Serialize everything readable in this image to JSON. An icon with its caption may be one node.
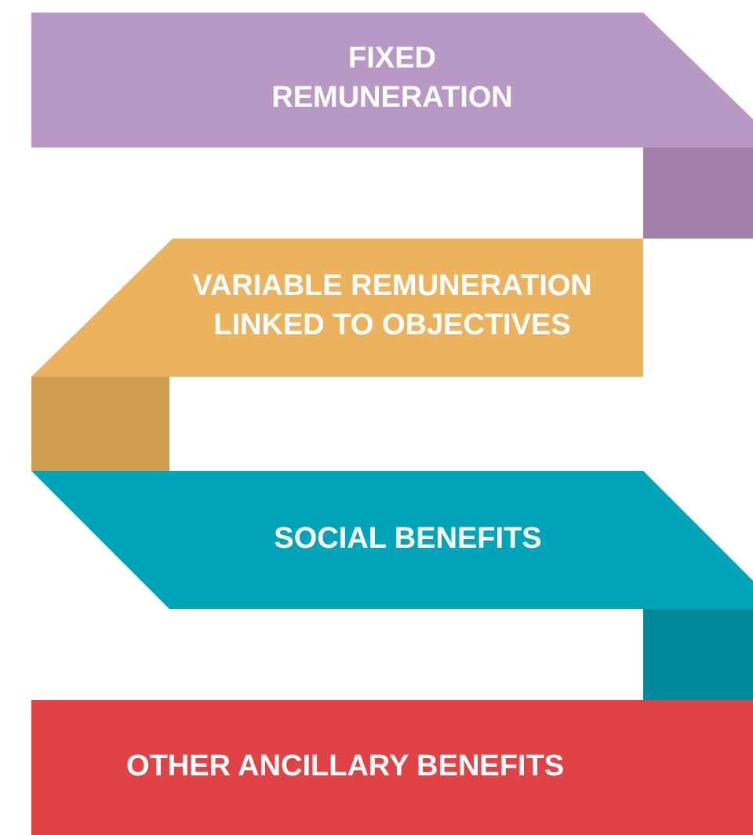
{
  "diagram": {
    "nodes": [
      {
        "text": [
          "FIXED REMUNERATION"
        ]
      },
      {
        "text": [
          "VARIABLE REMUNERATION LINKED TO OBJECTIVES"
        ]
      },
      {
        "text": [
          "SOCIAL BENEFITS"
        ]
      },
      {
        "text": [
          "OTHER ANCILLARY BENEFITS"
        ]
      }
    ]
  }
}
